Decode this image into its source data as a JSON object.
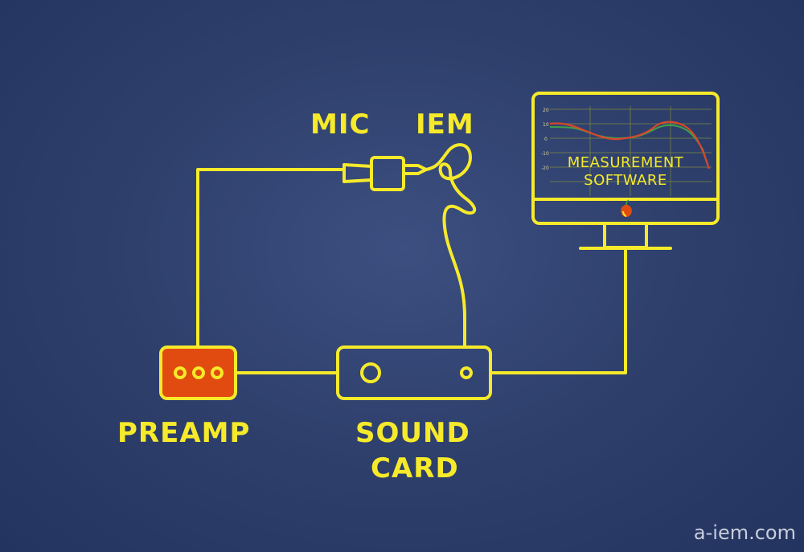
{
  "colors": {
    "line": "#f6ea2a",
    "preamp_fill": "#e24b10",
    "curve_red": "#d9472b",
    "curve_green": "#3fa04a",
    "watermark": "#c9cedc"
  },
  "labels": {
    "mic": "MIC",
    "iem": "IEM",
    "preamp": "PREAMP",
    "sound_card_line1": "SOUND",
    "sound_card_line2": "CARD",
    "software_line1": "MEASUREMENT",
    "software_line2": "SOFTWARE"
  },
  "monitor_axis": {
    "ticks": [
      "20",
      "10",
      "0",
      "-10",
      "-20"
    ]
  },
  "watermark": "a-iem.com"
}
